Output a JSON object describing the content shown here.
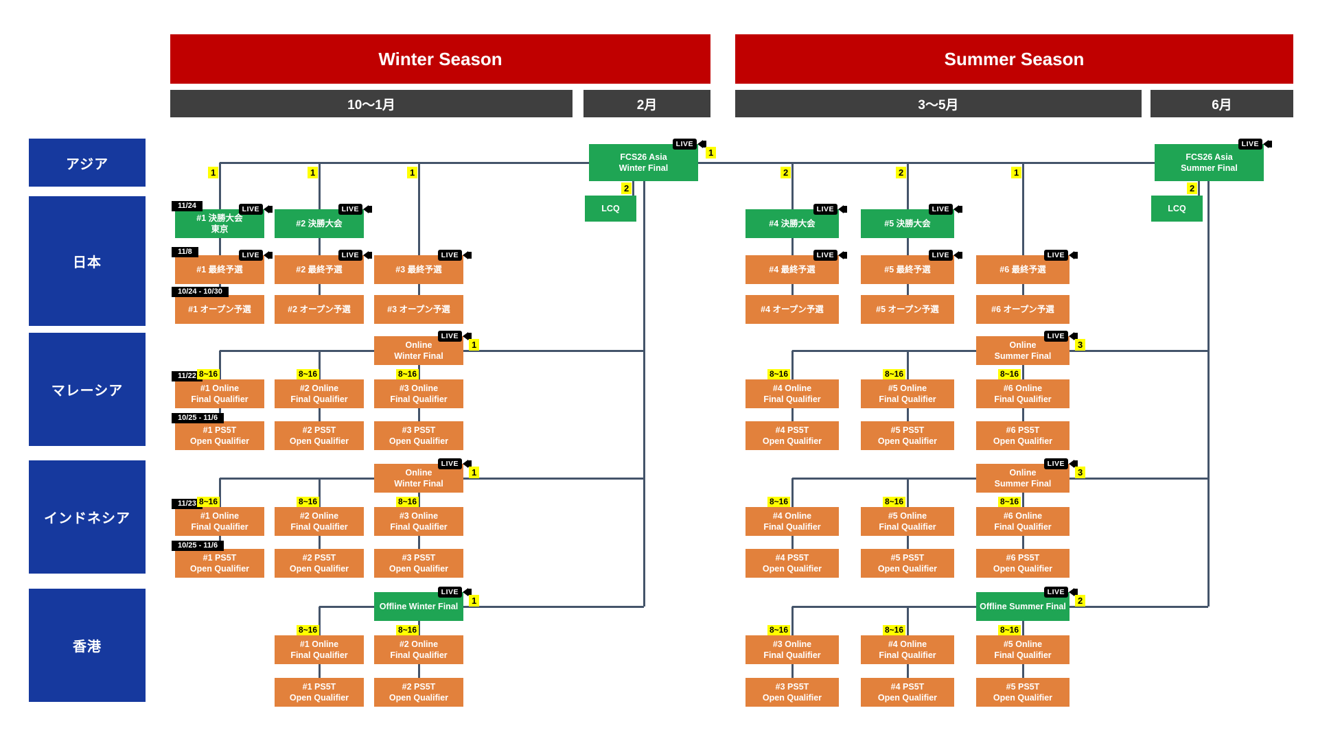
{
  "header": {
    "winter": "Winter Season",
    "summer": "Summer Season",
    "periods": [
      "10〜1月",
      "2月",
      "3〜5月",
      "6月"
    ]
  },
  "regions": [
    "アジア",
    "日本",
    "マレーシア",
    "インドネシア",
    "香港"
  ],
  "live_label": "LIVE",
  "colors": {
    "season_red": "#C00000",
    "period_gray": "#3F3F3F",
    "region_blue": "#16399E",
    "final_green": "#1FA554",
    "qualifier_orange": "#E2813C",
    "badge_yellow": "#FFFF00",
    "connector": "#44546A"
  },
  "column_slots": {
    "w1": "1",
    "w2": "1",
    "w3": "1",
    "s4": "2",
    "s5": "2",
    "s6": "1"
  },
  "asia": {
    "winter_final": {
      "label": "FCS26 Asia\nWinter Final",
      "live": true,
      "advance": "1"
    },
    "winter_lcq": {
      "label": "LCQ",
      "slot": "2"
    },
    "summer_final": {
      "label": "FCS26 Asia\nSummer Final",
      "live": true
    },
    "summer_lcq": {
      "label": "LCQ",
      "slot": "2"
    }
  },
  "japan": {
    "winter": [
      {
        "col": "w1",
        "final": {
          "label": "#1 決勝大会\n東京",
          "date": "11/24",
          "live": true
        },
        "last_qualifier": {
          "label": "#1 最終予選",
          "date": "11/8",
          "live": true
        },
        "open_qualifier": {
          "label": "#1 オープン予選",
          "date": "10/24 - 10/30"
        }
      },
      {
        "col": "w2",
        "final": {
          "label": "#2 決勝大会",
          "live": true
        },
        "last_qualifier": {
          "label": "#2 最終予選",
          "live": true
        },
        "open_qualifier": {
          "label": "#2 オープン予選"
        }
      },
      {
        "col": "w3",
        "last_qualifier": {
          "label": "#3 最終予選",
          "live": true
        },
        "open_qualifier": {
          "label": "#3 オープン予選"
        }
      }
    ],
    "summer": [
      {
        "col": "s4",
        "final": {
          "label": "#4 決勝大会",
          "live": true
        },
        "last_qualifier": {
          "label": "#4 最終予選",
          "live": true
        },
        "open_qualifier": {
          "label": "#4 オープン予選"
        }
      },
      {
        "col": "s5",
        "final": {
          "label": "#5 決勝大会",
          "live": true
        },
        "last_qualifier": {
          "label": "#5 最終予選",
          "live": true
        },
        "open_qualifier": {
          "label": "#5 オープン予選"
        }
      },
      {
        "col": "s6",
        "last_qualifier": {
          "label": "#6 最終予選",
          "live": true
        },
        "open_qualifier": {
          "label": "#6 オープン予選"
        }
      }
    ]
  },
  "online_regions": [
    {
      "key": "malaysia",
      "seasons": {
        "winter": {
          "final": {
            "col": "w3",
            "label": "Online\nWinter Final",
            "live": true,
            "advance": "1"
          },
          "qualifiers": [
            {
              "col": "w1",
              "label": "#1 Online\nFinal Qualifier",
              "count": "8~16",
              "date": "11/22"
            },
            {
              "col": "w2",
              "label": "#2 Online\nFinal Qualifier",
              "count": "8~16"
            },
            {
              "col": "w3",
              "label": "#3 Online\nFinal Qualifier",
              "count": "8~16"
            }
          ],
          "opens": [
            {
              "col": "w1",
              "label": "#1 PS5T\nOpen Qualifier",
              "date": "10/25 - 11/6"
            },
            {
              "col": "w2",
              "label": "#2 PS5T\nOpen Qualifier"
            },
            {
              "col": "w3",
              "label": "#3 PS5T\nOpen Qualifier"
            }
          ]
        },
        "summer": {
          "final": {
            "col": "s6",
            "label": "Online\nSummer Final",
            "live": true,
            "advance": "3"
          },
          "qualifiers": [
            {
              "col": "s4",
              "label": "#4 Online\nFinal Qualifier",
              "count": "8~16"
            },
            {
              "col": "s5",
              "label": "#5 Online\nFinal Qualifier",
              "count": "8~16"
            },
            {
              "col": "s6",
              "label": "#6 Online\nFinal Qualifier",
              "count": "8~16"
            }
          ],
          "opens": [
            {
              "col": "s4",
              "label": "#4 PS5T\nOpen Qualifier"
            },
            {
              "col": "s5",
              "label": "#5 PS5T\nOpen Qualifier"
            },
            {
              "col": "s6",
              "label": "#6 PS5T\nOpen Qualifier"
            }
          ]
        }
      }
    },
    {
      "key": "indonesia",
      "seasons": {
        "winter": {
          "final": {
            "col": "w3",
            "label": "Online\nWinter Final",
            "live": true,
            "advance": "1"
          },
          "qualifiers": [
            {
              "col": "w1",
              "label": "#1 Online\nFinal Qualifier",
              "count": "8~16",
              "date": "11/23"
            },
            {
              "col": "w2",
              "label": "#2 Online\nFinal Qualifier",
              "count": "8~16"
            },
            {
              "col": "w3",
              "label": "#3 Online\nFinal Qualifier",
              "count": "8~16"
            }
          ],
          "opens": [
            {
              "col": "w1",
              "label": "#1 PS5T\nOpen Qualifier",
              "date": "10/25 - 11/6"
            },
            {
              "col": "w2",
              "label": "#2 PS5T\nOpen Qualifier"
            },
            {
              "col": "w3",
              "label": "#3 PS5T\nOpen Qualifier"
            }
          ]
        },
        "summer": {
          "final": {
            "col": "s6",
            "label": "Online\nSummer Final",
            "live": true,
            "advance": "3"
          },
          "qualifiers": [
            {
              "col": "s4",
              "label": "#4 Online\nFinal Qualifier",
              "count": "8~16"
            },
            {
              "col": "s5",
              "label": "#5 Online\nFinal Qualifier",
              "count": "8~16"
            },
            {
              "col": "s6",
              "label": "#6 Online\nFinal Qualifier",
              "count": "8~16"
            }
          ],
          "opens": [
            {
              "col": "s4",
              "label": "#4 PS5T\nOpen Qualifier"
            },
            {
              "col": "s5",
              "label": "#5 PS5T\nOpen Qualifier"
            },
            {
              "col": "s6",
              "label": "#6 PS5T\nOpen Qualifier"
            }
          ]
        }
      }
    },
    {
      "key": "hongkong",
      "seasons": {
        "winter": {
          "final": {
            "col": "w3",
            "label": "Offline Winter Final",
            "live": true,
            "advance": "1",
            "green": true
          },
          "qualifiers": [
            {
              "col": "w2",
              "label": "#1 Online\nFinal Qualifier",
              "count": "8~16"
            },
            {
              "col": "w3",
              "label": "#2 Online\nFinal Qualifier",
              "count": "8~16"
            }
          ],
          "opens": [
            {
              "col": "w2",
              "label": "#1 PS5T\nOpen Qualifier"
            },
            {
              "col": "w3",
              "label": "#2 PS5T\nOpen Qualifier"
            }
          ]
        },
        "summer": {
          "final": {
            "col": "s6",
            "label": "Offline Summer Final",
            "live": true,
            "advance": "2",
            "green": true
          },
          "qualifiers": [
            {
              "col": "s4",
              "label": "#3 Online\nFinal Qualifier",
              "count": "8~16"
            },
            {
              "col": "s5",
              "label": "#4 Online\nFinal Qualifier",
              "count": "8~16"
            },
            {
              "col": "s6",
              "label": "#5 Online\nFinal Qualifier",
              "count": "8~16"
            }
          ],
          "opens": [
            {
              "col": "s4",
              "label": "#3 PS5T\nOpen Qualifier"
            },
            {
              "col": "s5",
              "label": "#4 PS5T\nOpen Qualifier"
            },
            {
              "col": "s6",
              "label": "#5 PS5T\nOpen Qualifier"
            }
          ]
        }
      }
    }
  ]
}
